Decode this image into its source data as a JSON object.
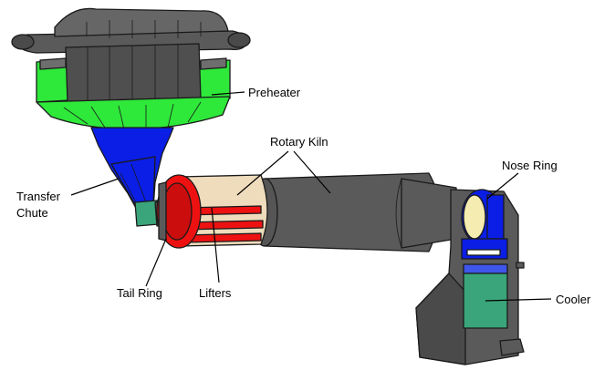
{
  "labels": {
    "preheater": "Preheater",
    "rotary_kiln": "Rotary Kiln",
    "nose_ring": "Nose Ring",
    "transfer_chute_line1": "Transfer",
    "transfer_chute_line2": "Chute",
    "tail_ring": "Tail Ring",
    "lifters": "Lifters",
    "cooler": "Cooler"
  },
  "colors": {
    "steel_gray": "#5a5a5a",
    "preheater_green": "#2ee83a",
    "transfer_blue": "#0a1ee6",
    "tail_red": "#ee1111",
    "lining_tan": "#efdcbc",
    "cooler_teal": "#3aa57a",
    "nose_blue": "#0a1ee6",
    "window_yellow": "#f4ecb0"
  }
}
